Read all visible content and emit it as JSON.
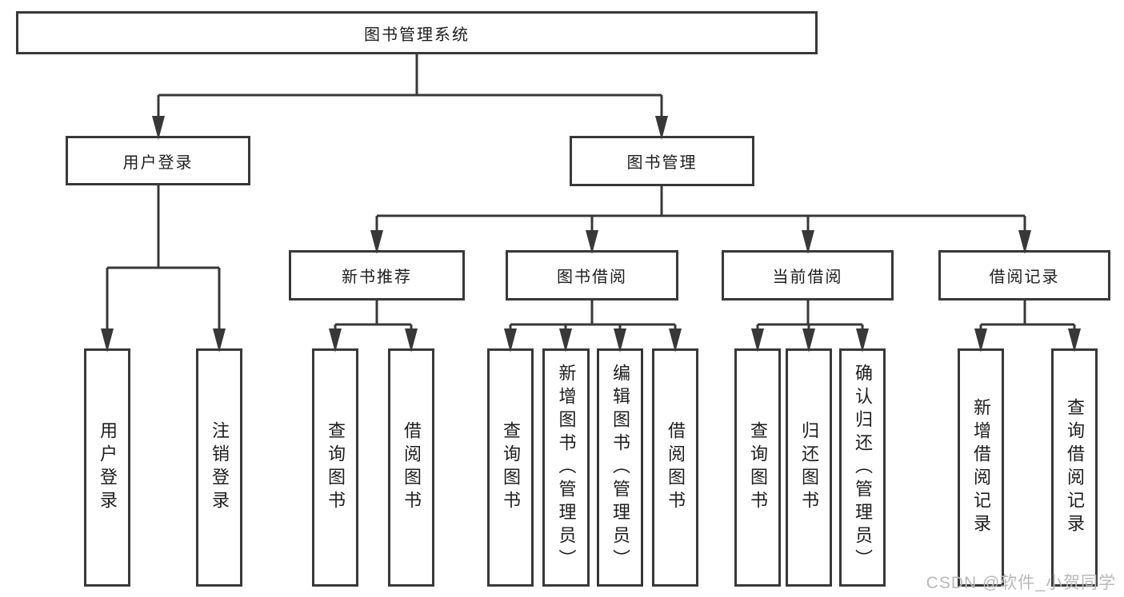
{
  "diagram": {
    "root": {
      "label": "图书管理系统"
    },
    "level2": [
      {
        "label": "用户登录"
      },
      {
        "label": "图书管理"
      }
    ],
    "level3": [
      {
        "label": "新书推荐"
      },
      {
        "label": "图书借阅"
      },
      {
        "label": "当前借阅"
      },
      {
        "label": "借阅记录"
      }
    ],
    "leaves": {
      "user_login": [
        {
          "label": "用户登录"
        },
        {
          "label": "注销登录"
        }
      ],
      "new_book": [
        {
          "label": "查询图书"
        },
        {
          "label": "借阅图书"
        }
      ],
      "book_borrow": [
        {
          "label": "查询图书"
        },
        {
          "label": "新增图书（管理员）"
        },
        {
          "label": "编辑图书（管理员）"
        },
        {
          "label": "借阅图书"
        }
      ],
      "current_borrow": [
        {
          "label": "查询图书"
        },
        {
          "label": "归还图书"
        },
        {
          "label": "确认归还（管理员）"
        }
      ],
      "borrow_record": [
        {
          "label": "新增借阅记录"
        },
        {
          "label": "查询借阅记录"
        }
      ]
    },
    "colors": {
      "border": "#383838",
      "text": "#1d1d1d",
      "background": "#ffffff",
      "watermark": "#b9b9b9"
    }
  },
  "watermark": {
    "text": "CSDN @软件_小贺同学"
  }
}
